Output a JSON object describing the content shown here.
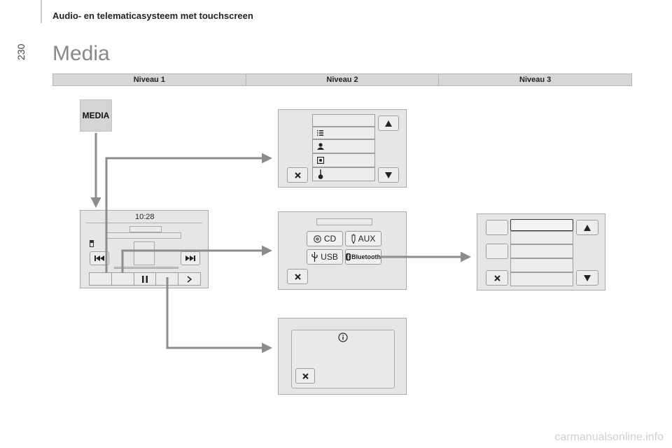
{
  "header": {
    "section_title": "Audio- en telematicasysteem met touchscreen",
    "page_number": "230"
  },
  "page_title": "Media",
  "levels": [
    "Niveau 1",
    "Niveau 2",
    "Niveau 3"
  ],
  "media_button": {
    "label": "MEDIA"
  },
  "home_screen": {
    "clock": "10:28"
  },
  "source_screen": {
    "sources": [
      "CD",
      "AUX",
      "USB",
      "Bluetooth"
    ]
  },
  "footer": {
    "watermark": "carmanualsonline.info"
  },
  "colors": {
    "arrow": "#8c8c8c",
    "screen_bg": "#e6e6e6",
    "level_bar": "#d7d7d7",
    "title": "#888888"
  },
  "icons": {
    "level2_top_rows": [
      "list-icon",
      "person-icon",
      "disc-icon",
      "guitar-icon"
    ],
    "source_icons": [
      "disc-icon",
      "aux-plug-icon",
      "usb-icon",
      "bluetooth-icon"
    ],
    "navigation": [
      "up-triangle-icon",
      "down-triangle-icon",
      "close-icon",
      "info-icon"
    ],
    "playback": [
      "previous-track-icon",
      "next-track-icon",
      "pause-icon",
      "chevron-right-icon"
    ]
  }
}
